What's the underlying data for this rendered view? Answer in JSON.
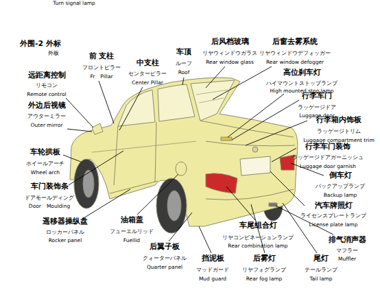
{
  "diagram": {
    "labels": [
      "Turn signal lamp",
      "外围-2",
      "外标",
      "外板",
      "前 支柱",
      "フロントピラー",
      "Fr　Pillar",
      "中支柱",
      "センターピラー",
      "Center Pillar",
      "车顶",
      "ルーフ",
      "Roof",
      "后风档玻璃",
      "リヤウィンドウガラス",
      "Rear window glass",
      "后窗去雾系统",
      "リヤウィンドウデフォッガー",
      "Rear window defogger",
      "高位刹车灯",
      "ハイマウントストップランプ",
      "High mounted stop lamp",
      "行李车门",
      "ラッゲージドア",
      "Luggage door",
      "行李箱内饰板",
      "ラッゲージトリム",
      "Luggage compartment trim",
      "行李车门装饰",
      "ラッゲージドアガーニッシュ",
      "Luggage door garnish",
      "倒车灯",
      "バックアップランプ",
      "Backup lamp",
      "汽车牌照灯",
      "ライセンスプレートランプ",
      "License plate lamp",
      "排气消声器",
      "マフラー",
      "Muffler",
      "车尾组合灯",
      "リヤコンビネーションランプ",
      "Rear combination lamp",
      "后雾灯",
      "リヤフォグランプ",
      "Rear fog lamp",
      "尾灯",
      "テールランプ",
      "Tail lamp",
      "挡泥板",
      "マッドガード",
      "Mud guard",
      "后翼子板",
      "クォーターパネル",
      "Quarter panel",
      "油箱盖",
      "フューエルリッド",
      "Fuellid",
      "遥移器操纵盘",
      "ロッカーパネル",
      "Rocker panel",
      "车门装饰条",
      "ドアモールディング",
      "Door　Moulding",
      "车轮拱板",
      "ホイールアーチ",
      "Wheel arch",
      "外边后视镜",
      "アウターミラー",
      "Outer mirror",
      "远距离控制",
      "リモコン",
      "Remote control"
    ]
  }
}
